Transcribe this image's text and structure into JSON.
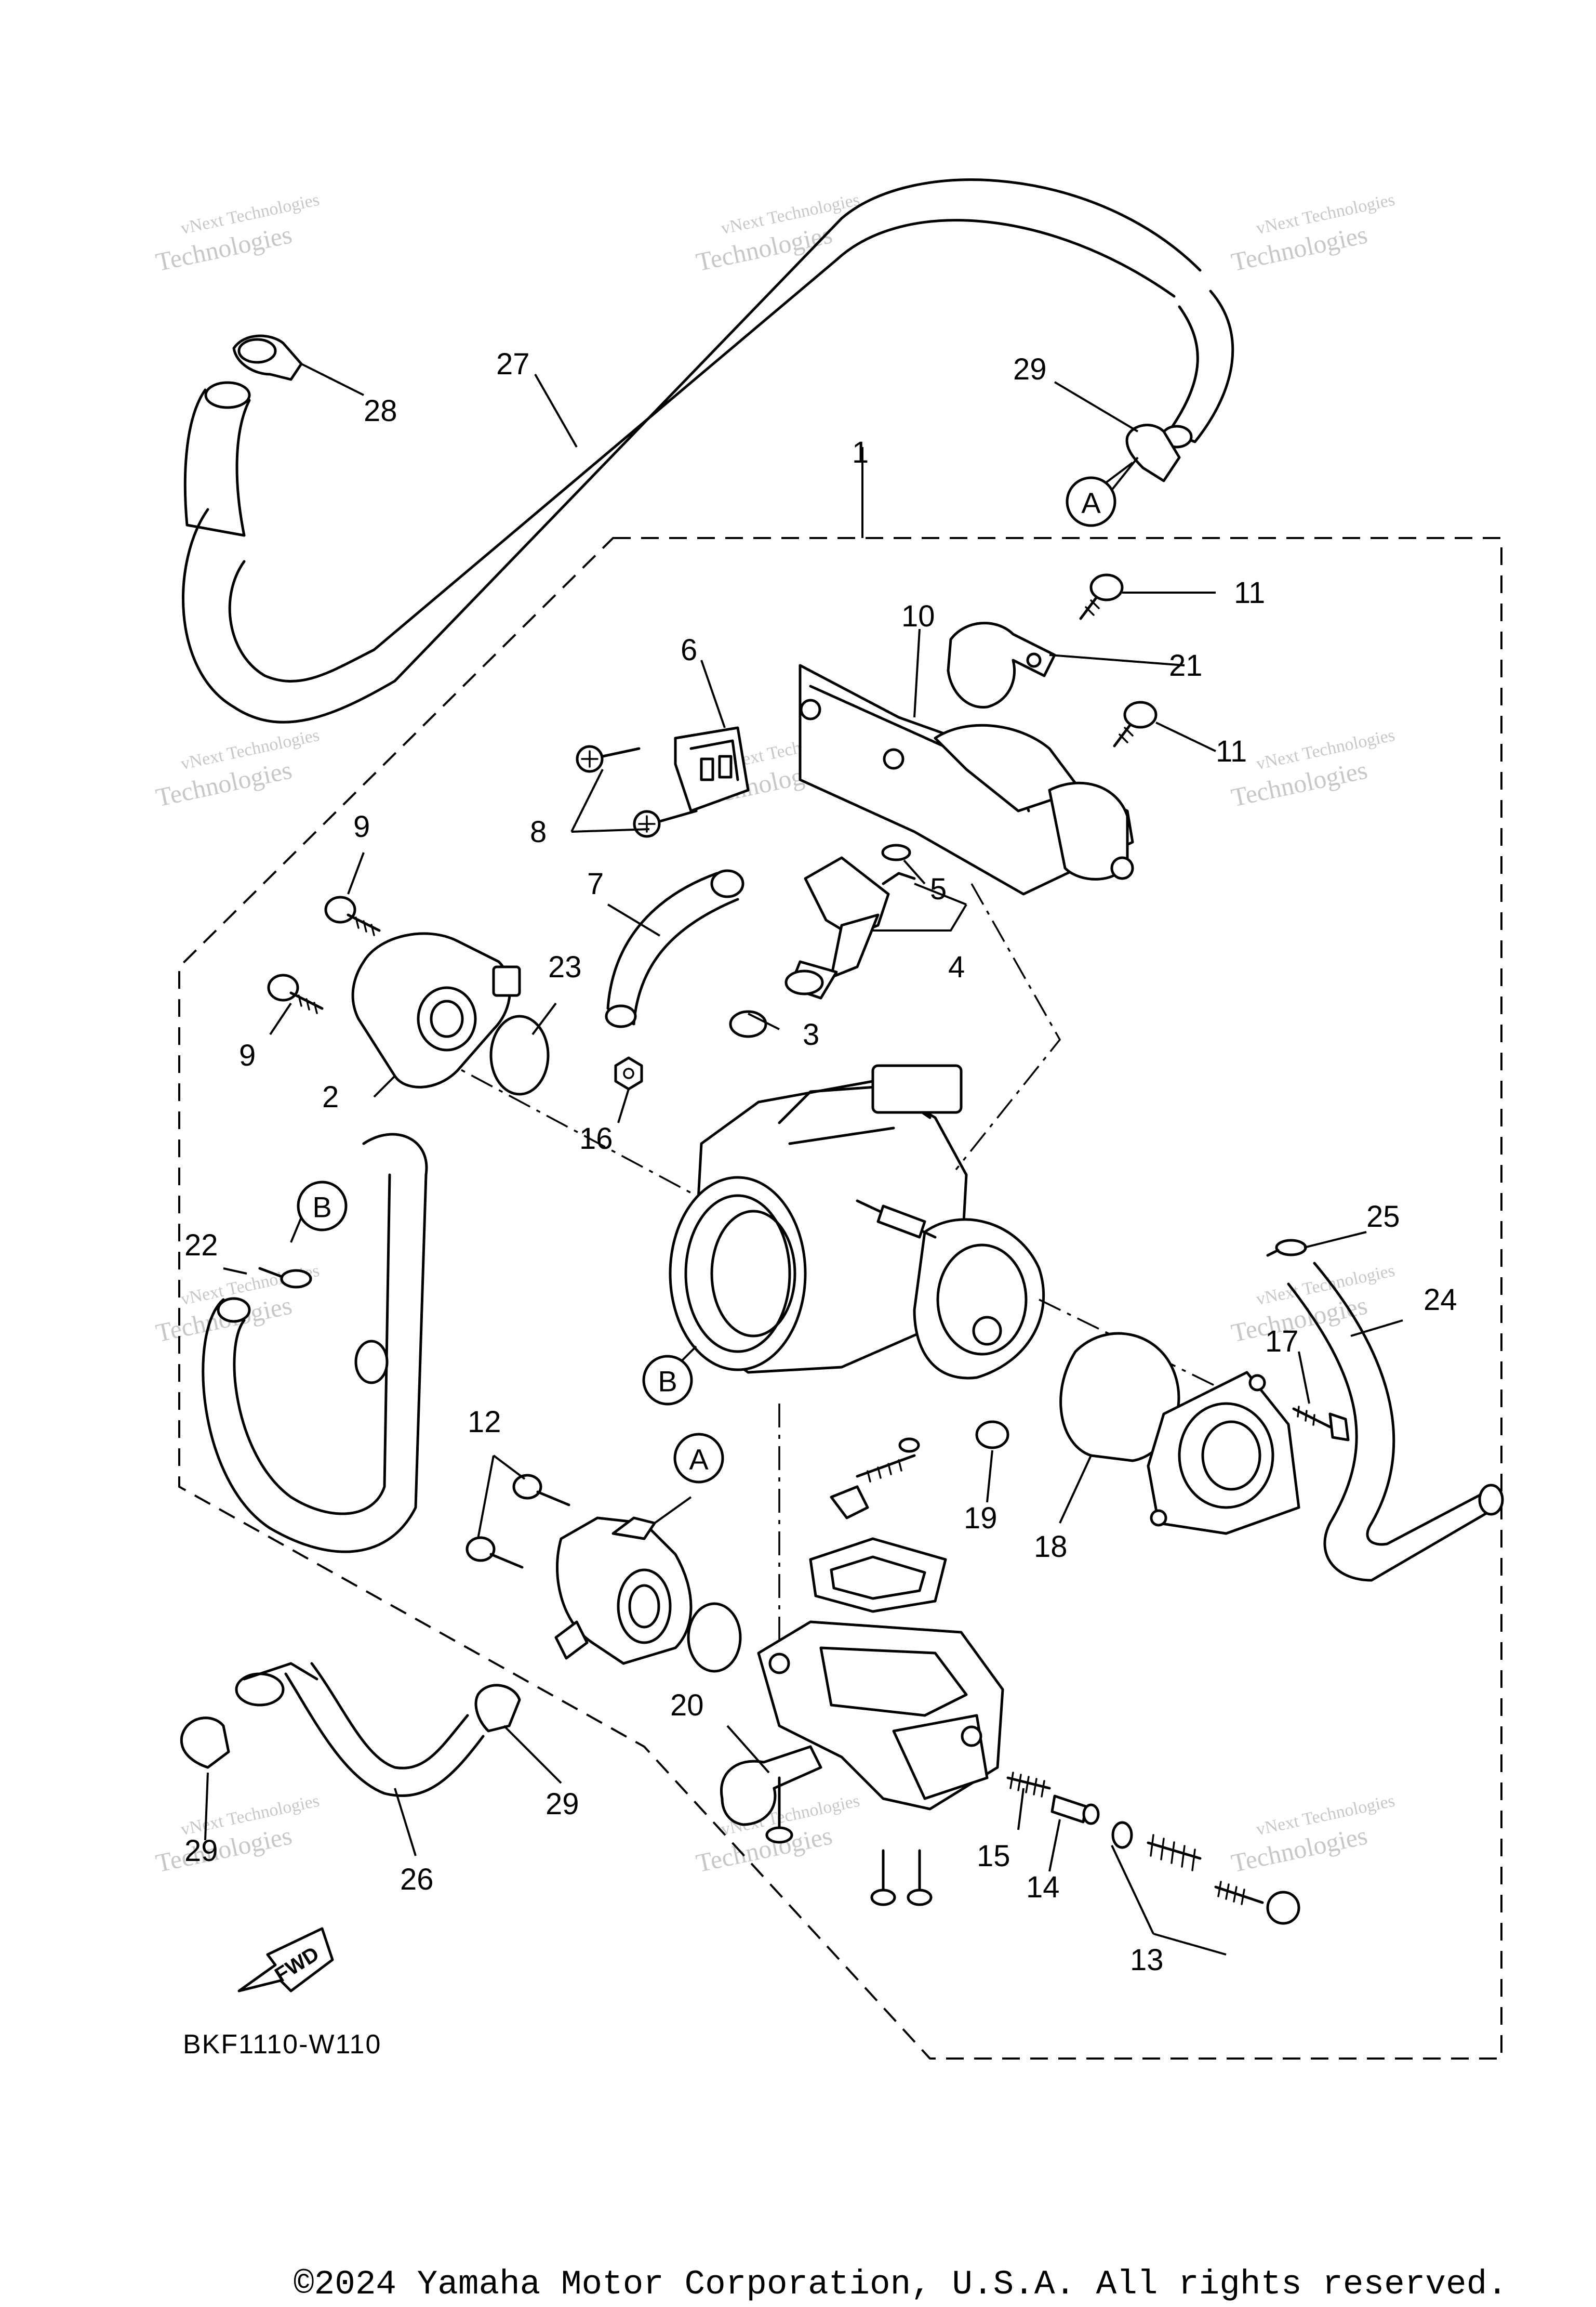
{
  "diagram_code": "BKF1110-W110",
  "copyright": "©2024 Yamaha Motor Corporation, U.S.A. All rights reserved.",
  "watermark": {
    "line1": "vNext Technologies",
    "line2": "Technologies"
  },
  "direction_marker": "FWD",
  "reference_letters": {
    "a": "A",
    "b": "B"
  },
  "callouts": {
    "p1": "1",
    "p2": "2",
    "p3": "3",
    "p4": "4",
    "p5": "5",
    "p6": "6",
    "p7": "7",
    "p8": "8",
    "p9": "9",
    "p10": "10",
    "p11": "11",
    "p12": "12",
    "p13": "13",
    "p14": "14",
    "p15": "15",
    "p16": "16",
    "p17": "17",
    "p18": "18",
    "p19": "19",
    "p20": "20",
    "p21": "21",
    "p22": "22",
    "p23": "23",
    "p24": "24",
    "p25": "25",
    "p26": "26",
    "p27": "27",
    "p28": "28",
    "p29": "29"
  }
}
